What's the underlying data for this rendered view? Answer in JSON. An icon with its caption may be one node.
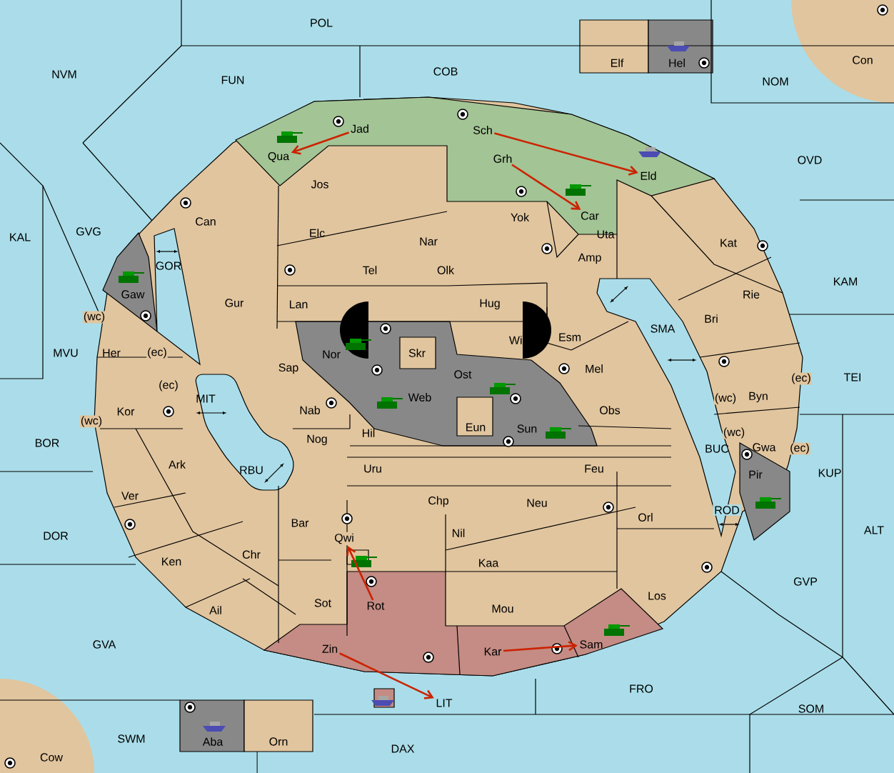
{
  "diagram": {
    "nodes": [
      {
        "text": [
          "POL"
        ]
      },
      {
        "text": [
          "Elf"
        ]
      },
      {
        "text": [
          "Hel"
        ]
      },
      {
        "text": [
          "Con"
        ]
      },
      {
        "text": [
          "NVM"
        ]
      },
      {
        "text": [
          "COB"
        ]
      },
      {
        "text": [
          "FUN"
        ]
      },
      {
        "text": [
          "NOM"
        ]
      },
      {
        "text": [
          "Jad"
        ]
      },
      {
        "text": [
          "Sch"
        ]
      },
      {
        "text": [
          "Qua"
        ]
      },
      {
        "text": [
          "OVD"
        ]
      },
      {
        "text": [
          "Grh"
        ]
      },
      {
        "text": [
          "Eld"
        ]
      },
      {
        "text": [
          "Jos"
        ]
      },
      {
        "text": [
          "Car"
        ]
      },
      {
        "text": [
          "Yok"
        ]
      },
      {
        "text": [
          "Can"
        ]
      },
      {
        "text": [
          "Elc"
        ]
      },
      {
        "text": [
          "GVG"
        ]
      },
      {
        "text": [
          "KAL"
        ]
      },
      {
        "text": [
          "Nar"
        ]
      },
      {
        "text": [
          "Uta"
        ]
      },
      {
        "text": [
          "Kat"
        ]
      },
      {
        "text": [
          "Tel"
        ]
      },
      {
        "text": [
          "Olk"
        ]
      },
      {
        "text": [
          "Amp"
        ]
      },
      {
        "text": [
          "GOR"
        ]
      },
      {
        "text": [
          "KAM"
        ]
      },
      {
        "text": [
          "Gaw"
        ]
      },
      {
        "text": [
          "Rie"
        ]
      },
      {
        "text": [
          "Gur"
        ]
      },
      {
        "text": [
          "Lan"
        ]
      },
      {
        "text": [
          "Hug"
        ]
      },
      {
        "text": [
          "Bri"
        ]
      },
      {
        "text": [
          "SMA"
        ]
      },
      {
        "text": [
          "Wil"
        ]
      },
      {
        "text": [
          "Esm"
        ]
      },
      {
        "text": [
          "MVU"
        ]
      },
      {
        "text": [
          "Her"
        ]
      },
      {
        "text": [
          "Sap"
        ]
      },
      {
        "text": [
          "Nor"
        ]
      },
      {
        "text": [
          "Skr"
        ]
      },
      {
        "text": [
          "Ost"
        ]
      },
      {
        "text": [
          "Mel"
        ]
      },
      {
        "text": [
          "Web"
        ]
      },
      {
        "text": [
          "TEI"
        ]
      },
      {
        "text": [
          "Kor"
        ]
      },
      {
        "text": [
          "MIT"
        ]
      },
      {
        "text": [
          "Nab"
        ]
      },
      {
        "text": [
          "Obs"
        ]
      },
      {
        "text": [
          "Byn"
        ]
      },
      {
        "text": [
          "Eun"
        ]
      },
      {
        "text": [
          "Sun"
        ]
      },
      {
        "text": [
          "BOR"
        ]
      },
      {
        "text": [
          "Nog"
        ]
      },
      {
        "text": [
          "Hil"
        ]
      },
      {
        "text": [
          "Gwa"
        ]
      },
      {
        "text": [
          "BUC"
        ]
      },
      {
        "text": [
          "Ark"
        ]
      },
      {
        "text": [
          "RBU"
        ]
      },
      {
        "text": [
          "KUP"
        ]
      },
      {
        "text": [
          "Pir"
        ]
      },
      {
        "text": [
          "Uru"
        ]
      },
      {
        "text": [
          "Feu"
        ]
      },
      {
        "text": [
          "Ver"
        ]
      },
      {
        "text": [
          "Chp"
        ]
      },
      {
        "text": [
          "Neu"
        ]
      },
      {
        "text": [
          "Bar"
        ]
      },
      {
        "text": [
          "DOR"
        ]
      },
      {
        "text": [
          "Qwi"
        ]
      },
      {
        "text": [
          "Nil"
        ]
      },
      {
        "text": [
          "Orl"
        ]
      },
      {
        "text": [
          "ROD"
        ]
      },
      {
        "text": [
          "ALT"
        ]
      },
      {
        "text": [
          "Ken"
        ]
      },
      {
        "text": [
          "Chr"
        ]
      },
      {
        "text": [
          "Kaa"
        ]
      },
      {
        "text": [
          "GVP"
        ]
      },
      {
        "text": [
          "Ail"
        ]
      },
      {
        "text": [
          "Sot"
        ]
      },
      {
        "text": [
          "Rot"
        ]
      },
      {
        "text": [
          "Mou"
        ]
      },
      {
        "text": [
          "Los"
        ]
      },
      {
        "text": [
          "GVA"
        ]
      },
      {
        "text": [
          "Zin"
        ]
      },
      {
        "text": [
          "Kar"
        ]
      },
      {
        "text": [
          "Sam"
        ]
      },
      {
        "text": [
          "FRO"
        ]
      },
      {
        "text": [
          "LIT"
        ]
      },
      {
        "text": [
          "SOM"
        ]
      },
      {
        "text": [
          "SWM"
        ]
      },
      {
        "text": [
          "Aba"
        ]
      },
      {
        "text": [
          "Orn"
        ]
      },
      {
        "text": [
          "DAX"
        ]
      },
      {
        "text": [
          "Cow"
        ]
      }
    ],
    "edges": [
      {
        "from": 8,
        "to": 10,
        "arrow": "to"
      },
      {
        "from": 9,
        "to": 13,
        "arrow": "to"
      },
      {
        "from": 12,
        "to": 15,
        "arrow": "to"
      },
      {
        "from": 81,
        "to": 70,
        "arrow": "to"
      },
      {
        "from": 85,
        "to": 89,
        "arrow": "to"
      },
      {
        "from": 86,
        "to": 87,
        "arrow": "to"
      }
    ],
    "labels": [
      "(wc)",
      "(ec)",
      "(ec)",
      "(ec)",
      "(wc)",
      "(wc)",
      "(wc)",
      "(ec)"
    ]
  }
}
